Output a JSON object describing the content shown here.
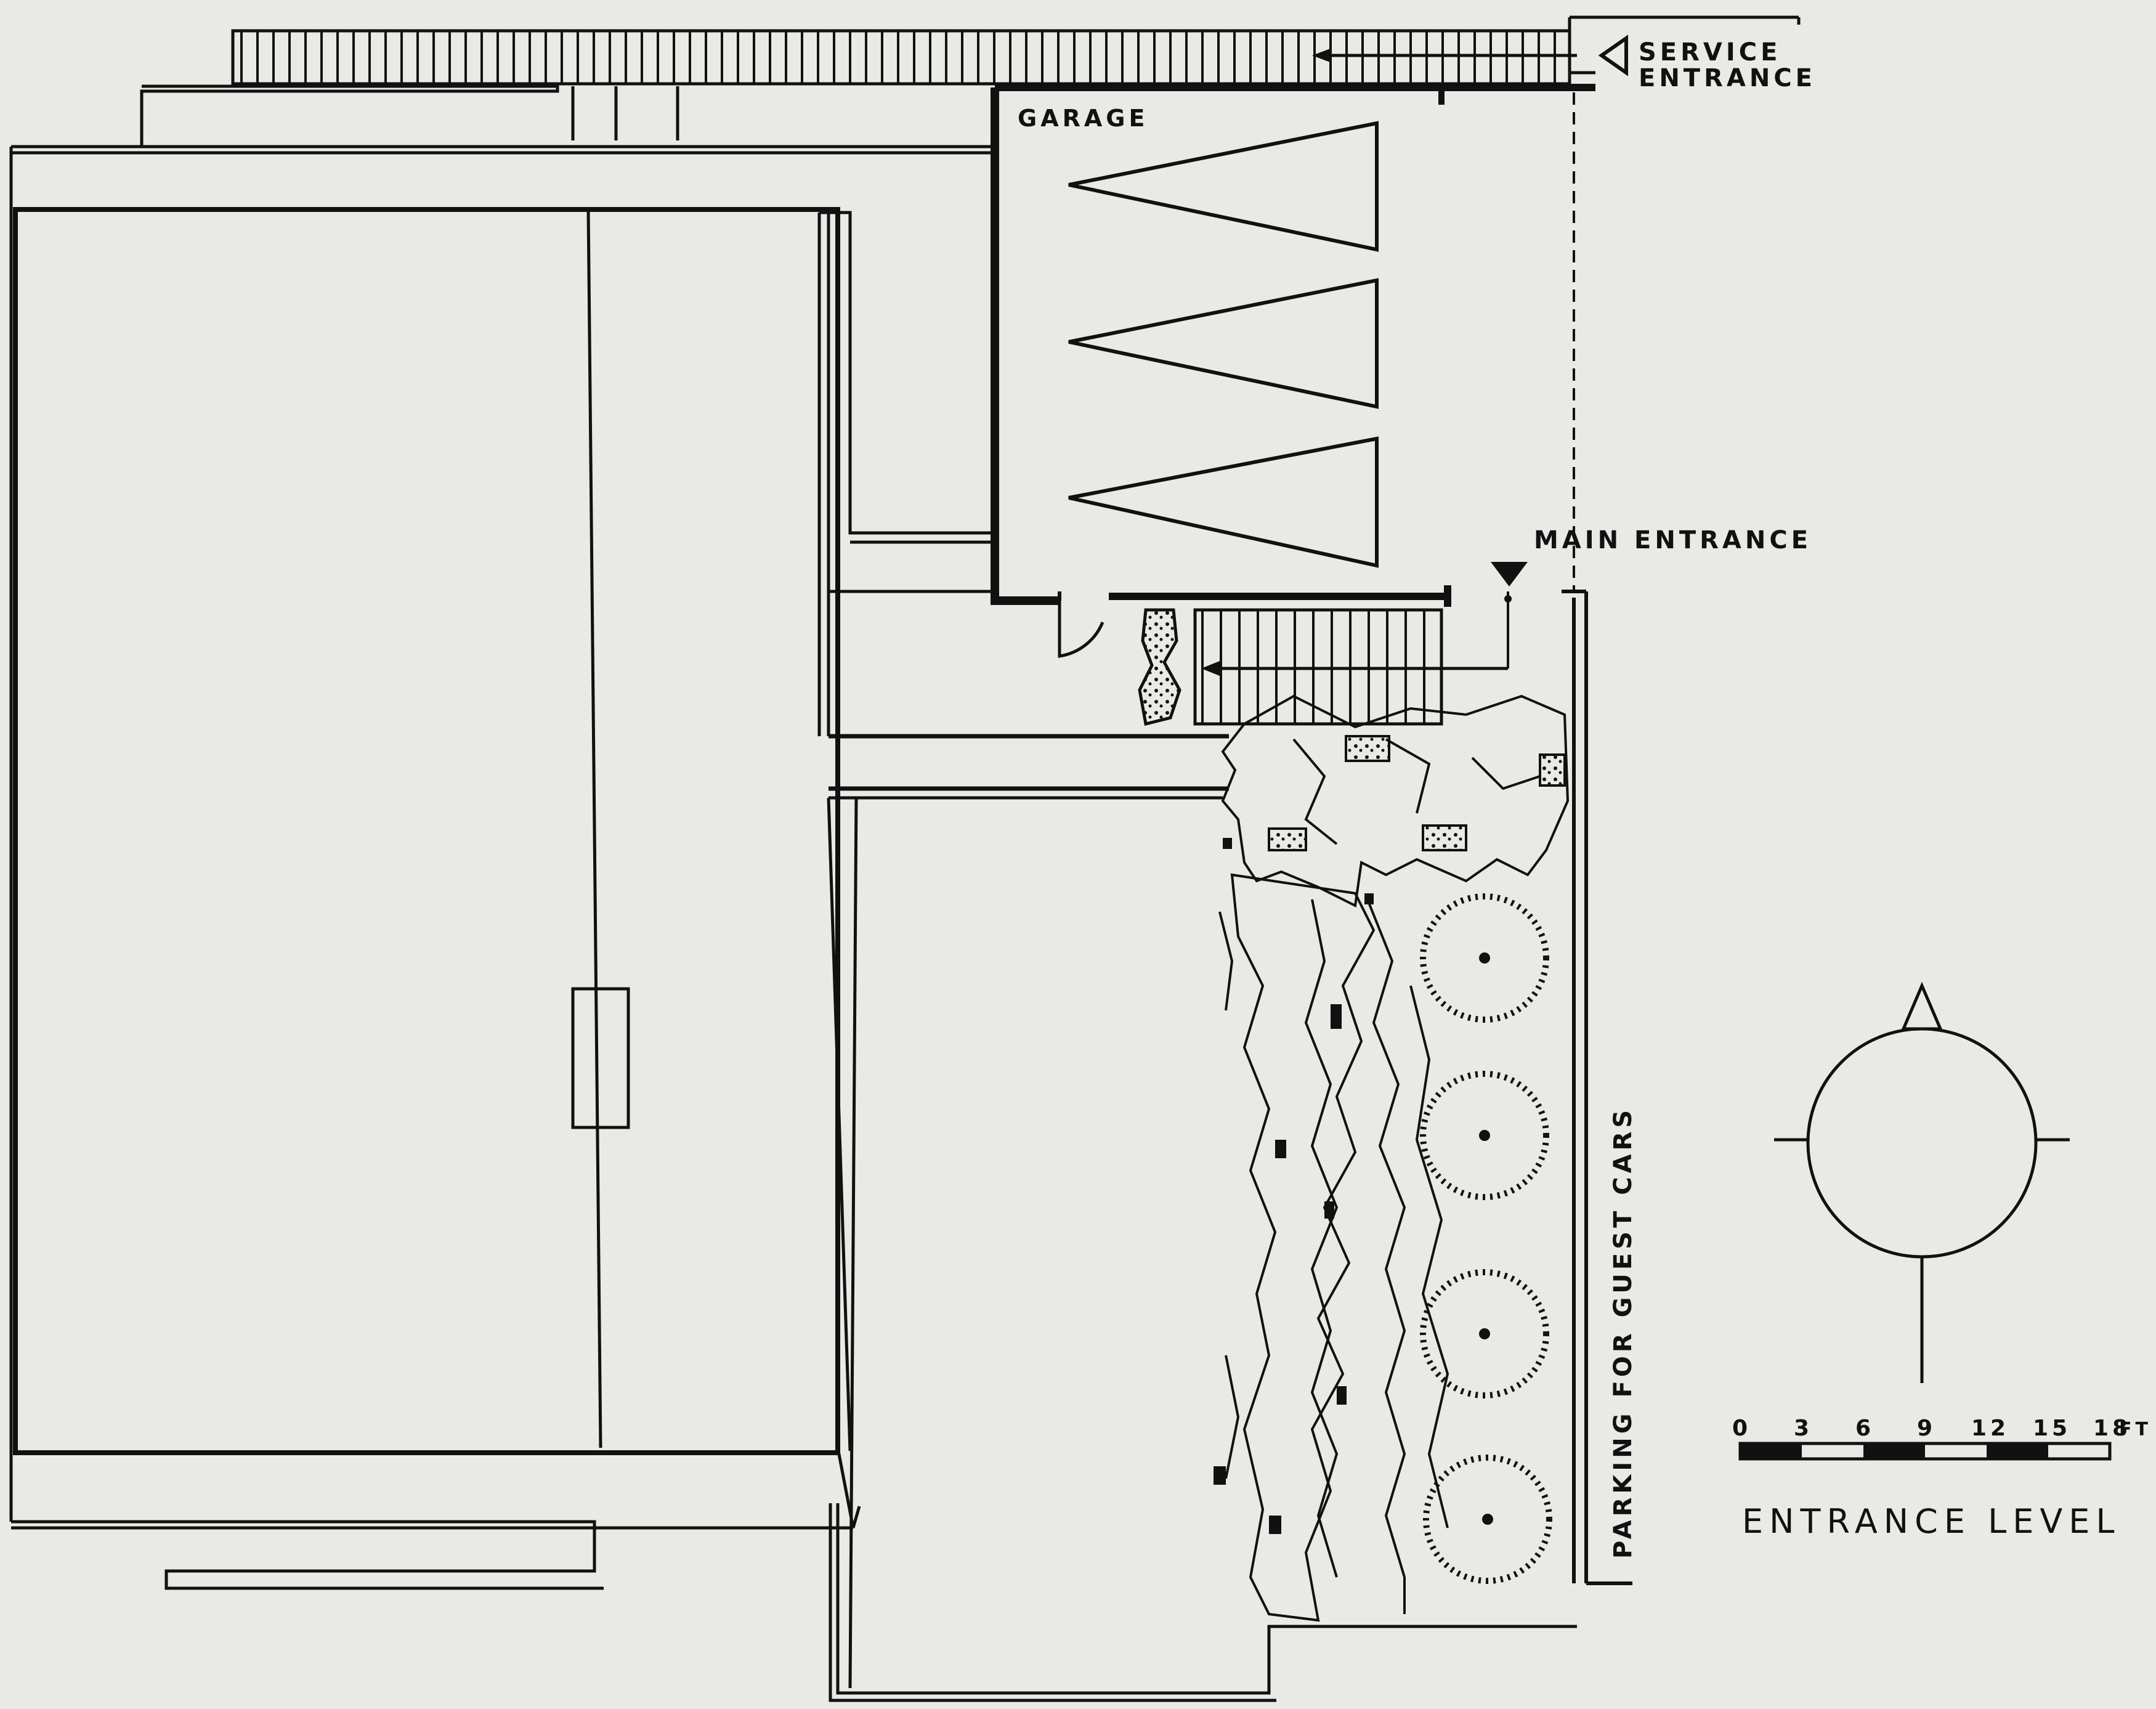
{
  "labels": {
    "service_entrance_line1": "SERVICE",
    "service_entrance_line2": "ENTRANCE",
    "garage": "GARAGE",
    "main_entrance": "MAIN ENTRANCE",
    "parking": "PARKING FOR GUEST CARS",
    "level_title": "ENTRANCE LEVEL"
  },
  "scale_bar": {
    "ticks": [
      "0",
      "3",
      "6",
      "9",
      "12",
      "15",
      "18"
    ],
    "unit": "FT"
  },
  "colors": {
    "paper": "#e9e9e6",
    "ink": "#111111"
  }
}
